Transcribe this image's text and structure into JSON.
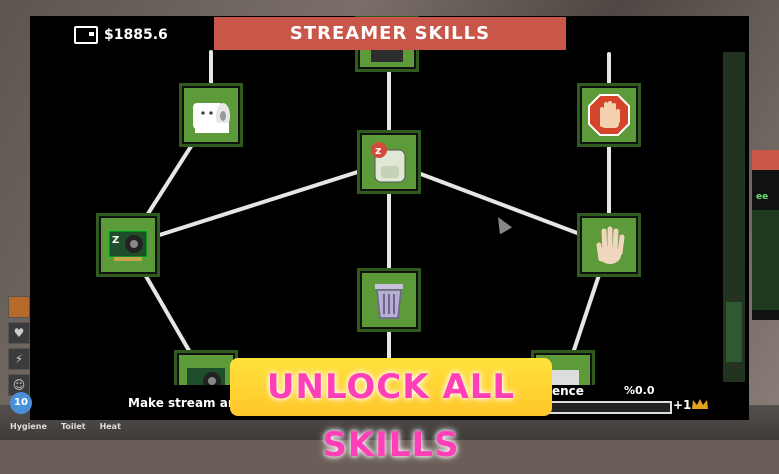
{
  "hud": {
    "money": "$1885.6",
    "left_tabs": [
      "Hygiene",
      "Toilet",
      "Heat"
    ],
    "circle_value": "10"
  },
  "panel": {
    "title": "STREAMER SKILLS"
  },
  "skills": [
    {
      "id": "toilet-paper",
      "icon": "toilet-paper-icon"
    },
    {
      "id": "backpack",
      "icon": "backpack-sleep-icon"
    },
    {
      "id": "stop-hand",
      "icon": "stop-hand-icon"
    },
    {
      "id": "gpu-upgrade",
      "icon": "graphics-card-icon"
    },
    {
      "id": "open-hand",
      "icon": "open-hand-icon"
    },
    {
      "id": "trash-can",
      "icon": "trash-can-icon"
    },
    {
      "id": "gpu-upgrade-2",
      "icon": "graphics-card-icon"
    },
    {
      "id": "partial-top",
      "icon": "unknown-icon"
    },
    {
      "id": "partial-bottom-right",
      "icon": "unknown-icon"
    }
  ],
  "bottom": {
    "mission_text": "Make stream an",
    "stat_label": "ence",
    "percent": "%0.0",
    "progress": 0.0,
    "reward": "+1",
    "reward_icon": "crown-icon"
  },
  "promo": {
    "text": "UNLOCK ALL SKILLS"
  },
  "colors": {
    "skill_green": "#5c9a3a",
    "banner_red": "#c8574a",
    "promo_pink": "#ff3fb7",
    "promo_yellow": "#ffd42e"
  }
}
